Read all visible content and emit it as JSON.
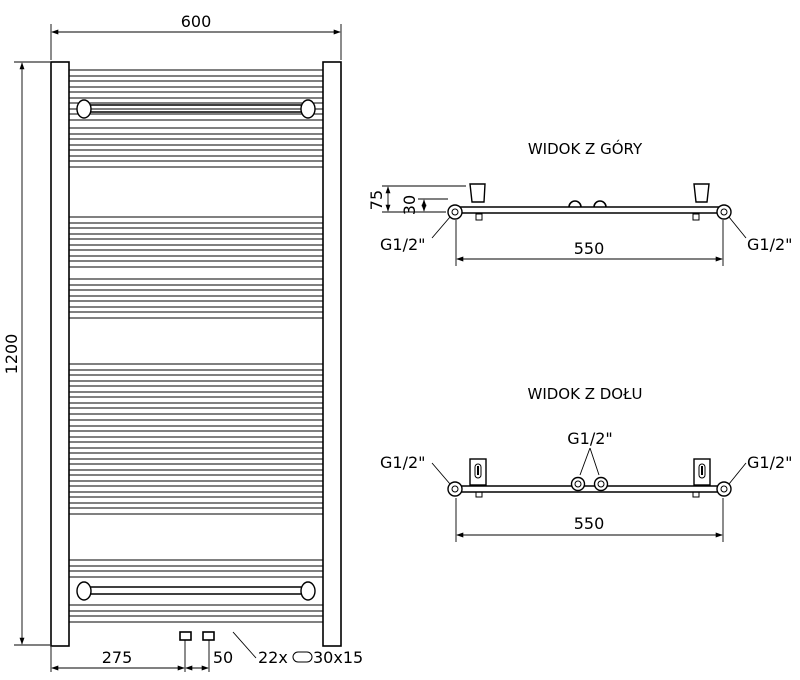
{
  "front_view": {
    "width_label": "600",
    "height_label": "1200",
    "offset_label": "275",
    "spacing_label": "50",
    "tube_label": "22x",
    "tube_size_label": "30x15"
  },
  "top_view": {
    "title": "WIDOK Z GÓRY",
    "depth_label": "75",
    "axis_label": "30",
    "left_conn_label": "G1/2\"",
    "right_conn_label": "G1/2\"",
    "width_label": "550"
  },
  "bottom_view": {
    "title": "WIDOK Z DOŁU",
    "left_conn_label": "G1/2\"",
    "center_conn_label": "G1/2\"",
    "right_conn_label": "G1/2\"",
    "width_label": "550"
  }
}
